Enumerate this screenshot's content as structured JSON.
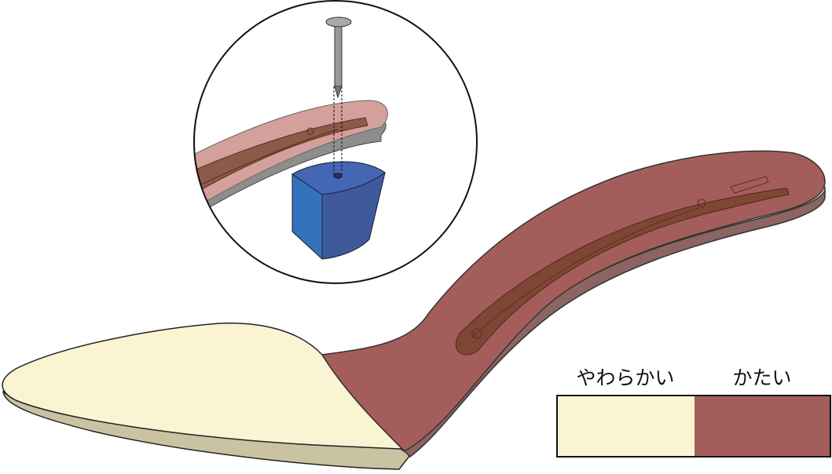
{
  "colors": {
    "soft": "#FAF4D2",
    "hard": "#A35E5C",
    "stiffener": "#7E4634",
    "heel_block": "#3B6FB6"
  },
  "legend": {
    "soft_label": "やわらかい",
    "hard_label": "かたい"
  },
  "icons": [
    "insole-illustration",
    "heel-detail-inset",
    "nail-icon",
    "heel-block"
  ]
}
